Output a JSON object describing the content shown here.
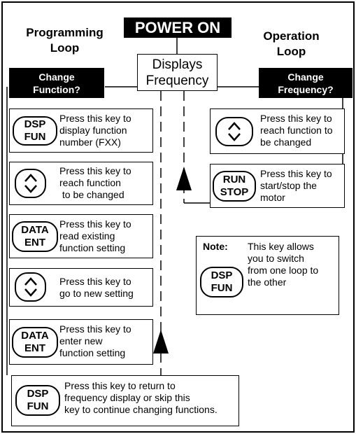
{
  "title": "POWER ON",
  "programming_loop": {
    "heading_line1": "Programming",
    "heading_line2": "Loop"
  },
  "operation_loop": {
    "heading_line1": "Operation",
    "heading_line2": "Loop"
  },
  "center_box": {
    "line1": "Displays",
    "line2": "Frequency"
  },
  "change_function": {
    "line1": "Change",
    "line2": "Function?"
  },
  "change_frequency": {
    "line1": "Change",
    "line2": "Frequency?"
  },
  "keys": {
    "dsp_fun": {
      "top": "DSP",
      "bottom": "FUN"
    },
    "data_ent": {
      "top": "DATA",
      "bottom": "ENT"
    },
    "run_stop": {
      "top": "RUN",
      "bottom": "STOP"
    },
    "updown_icon": "up-down-arrow-icon"
  },
  "prog_steps": [
    {
      "line1": "Press this key to",
      "line2": "display function",
      "line3": "number (FXX)"
    },
    {
      "line1": "Press this key to",
      "line2": "reach function",
      "line3": " to be changed"
    },
    {
      "line1": "Press this key to",
      "line2": "read existing",
      "line3": "function setting"
    },
    {
      "line1": "Press this key to",
      "line2": "go to new setting"
    },
    {
      "line1": "Press this key to",
      "line2": "enter new",
      "line3": "function setting"
    },
    {
      "line1": "Press this key to return to",
      "line2": "frequency display or skip this",
      "line3": "key to continue changing functions."
    }
  ],
  "op_steps": [
    {
      "line1": "Press this key to",
      "line2": "reach function to",
      "line3": "be changed"
    },
    {
      "line1": "Press this key to",
      "line2": "start/stop the",
      "line3": "motor"
    }
  ],
  "note": {
    "label": "Note:",
    "line1": "This key allows",
    "line2": "you to switch",
    "line3": "from one loop to",
    "line4": "the other"
  }
}
